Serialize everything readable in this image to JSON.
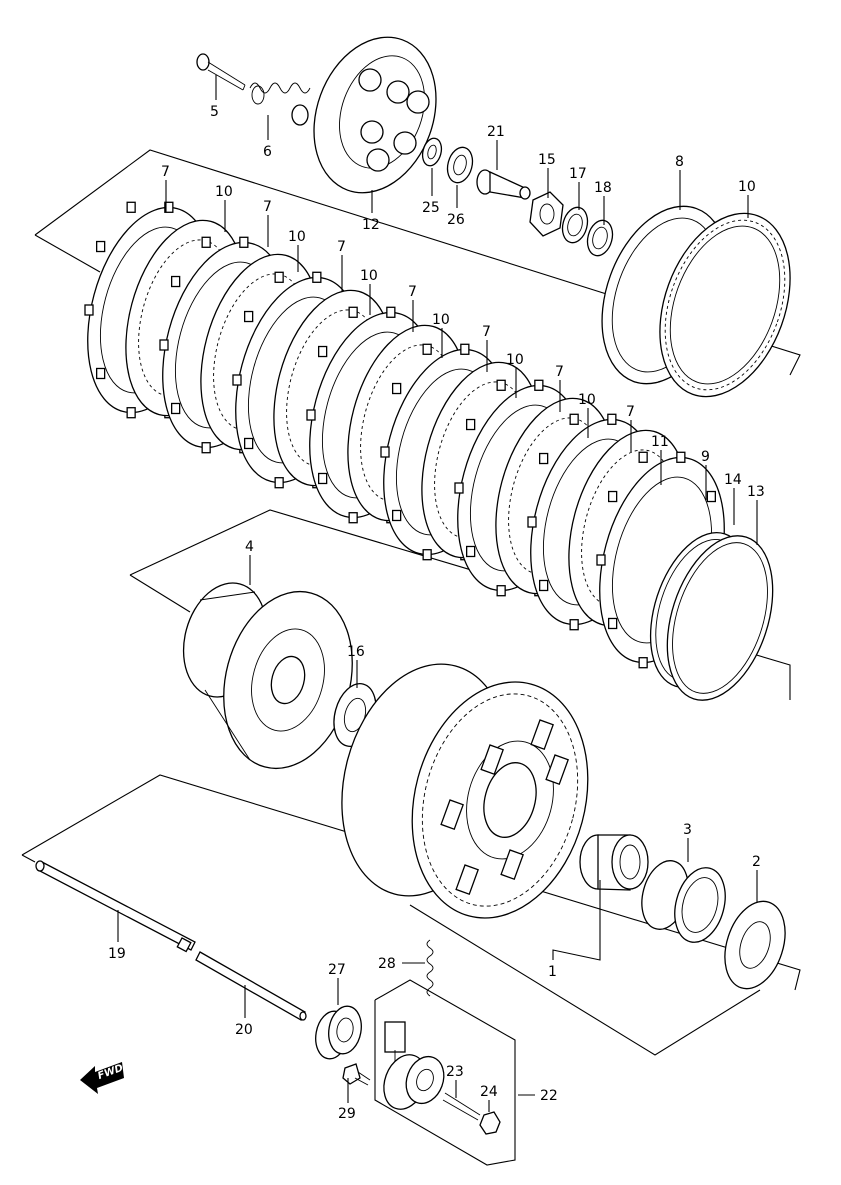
{
  "diagram": {
    "fwd_label": "FWD",
    "callouts": {
      "c1": "1",
      "c2": "2",
      "c3": "3",
      "c4": "4",
      "c5": "5",
      "c6": "6",
      "c7a": "7",
      "c7b": "7",
      "c7c": "7",
      "c7d": "7",
      "c7e": "7",
      "c7f": "7",
      "c7g": "7",
      "c8": "8",
      "c9": "9",
      "c10a": "10",
      "c10b": "10",
      "c10c": "10",
      "c10d": "10",
      "c10e": "10",
      "c10f": "10",
      "c10g": "10",
      "c11": "11",
      "c12": "12",
      "c13": "13",
      "c14": "14",
      "c15": "15",
      "c16": "16",
      "c17": "17",
      "c18": "18",
      "c19": "19",
      "c20": "20",
      "c21": "21",
      "c22": "22",
      "c23": "23",
      "c24": "24",
      "c25": "25",
      "c26": "26",
      "c27": "27",
      "c28": "28",
      "c29": "29"
    }
  }
}
